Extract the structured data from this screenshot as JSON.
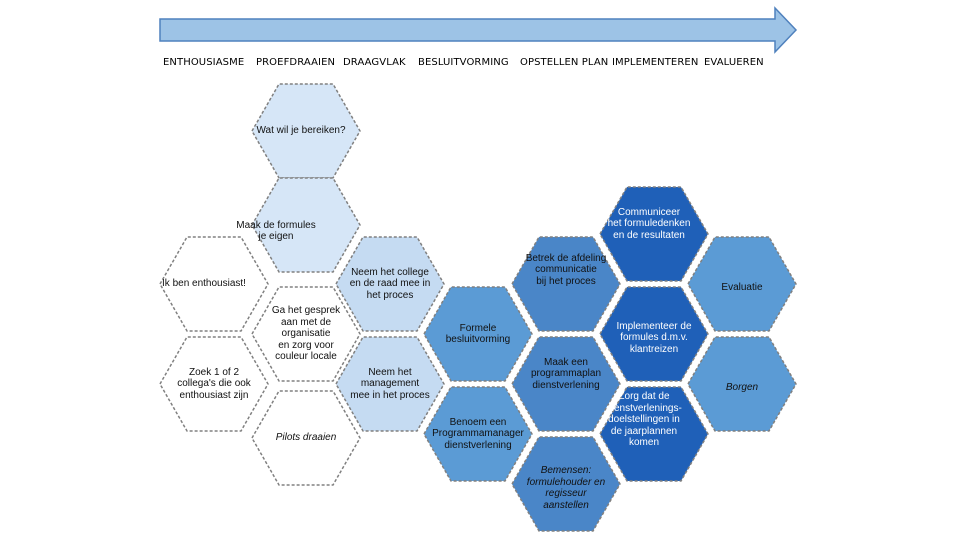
{
  "colors": {
    "arrow_fill": "#9dc3e6",
    "arrow_stroke": "#4f81bd",
    "hex_white": "#ffffff",
    "hex_pale": "#d6e6f7",
    "hex_light": "#c5dbf2",
    "hex_medium": "#5b9bd5",
    "hex_mid": "#4a86c8",
    "hex_dark": "#1f60b8",
    "hex_border": "#808080"
  },
  "phases": [
    "ENTHOUSIASME",
    "PROEFDRAAIEN",
    "DRAAGVLAK",
    "BESLUITVORMING",
    "OPSTELLEN PLAN",
    "IMPLEMENTEREN",
    "EVALUEREN"
  ],
  "hexagons": [
    {
      "name": "hex-wat-wil-je-bereiken",
      "text": "Wat wil je bereiken?",
      "color": "hex_pale",
      "italic": false,
      "light": false
    },
    {
      "name": "hex-maak-de-formules-je-eigen",
      "text": "Maak de formules\nje eigen",
      "color": "hex_pale",
      "italic": false,
      "light": false
    },
    {
      "name": "hex-ik-ben-enthousiast",
      "text": "Ik ben enthousiast!",
      "color": "hex_white",
      "italic": false,
      "light": false
    },
    {
      "name": "hex-neem-het-college",
      "text": "Neem het college\nen de raad mee in\nhet proces",
      "color": "hex_light",
      "italic": false,
      "light": false
    },
    {
      "name": "hex-ga-het-gesprek-aan",
      "text": "Ga het gesprek\naan met de\norganisatie\nen zorg voor\ncouleur locale",
      "color": "hex_white",
      "italic": false,
      "light": false
    },
    {
      "name": "hex-zoek-collegas",
      "text": "Zoek 1 of 2\ncollega's die ook\nenthousiast zijn",
      "color": "hex_white",
      "italic": false,
      "light": false
    },
    {
      "name": "hex-neem-het-management",
      "text": "Neem het\nmanagement\nmee in het proces",
      "color": "hex_light",
      "italic": false,
      "light": false
    },
    {
      "name": "hex-pilots-draaien",
      "text": "Pilots draaien",
      "color": "hex_white",
      "italic": true,
      "light": false
    },
    {
      "name": "hex-formele-besluitvorming",
      "text": "Formele\nbesluitvorming",
      "color": "hex_medium",
      "italic": false,
      "light": false
    },
    {
      "name": "hex-benoem-programmamanager",
      "text": "Benoem een\nProgrammamanager\ndienstverlening",
      "color": "hex_medium",
      "italic": false,
      "light": false
    },
    {
      "name": "hex-betrek-de-afdeling",
      "text": "Betrek de afdeling\ncommunicatie\nbij het proces",
      "color": "hex_mid",
      "italic": false,
      "light": false
    },
    {
      "name": "hex-maak-een-programmaplan",
      "text": "Maak een\nprogrammaplan\ndienstverlening",
      "color": "hex_mid",
      "italic": false,
      "light": false
    },
    {
      "name": "hex-bemensen",
      "text": "Bemensen:\nformulehouder en\nregisseur\naanstellen",
      "color": "hex_mid",
      "italic": true,
      "light": false
    },
    {
      "name": "hex-communiceer",
      "text": "Communiceer\nhet formuledenken\nen de resultaten",
      "color": "hex_dark",
      "italic": false,
      "light": true
    },
    {
      "name": "hex-implementeer",
      "text": "Implementeer de\nformules d.m.v.\nklantreizen",
      "color": "hex_dark",
      "italic": false,
      "light": true
    },
    {
      "name": "hex-zorg-dat",
      "text": "Zorg dat de\ndienstverlenings-\ndoelstellingen in\nde jaarplannen\nkomen",
      "color": "hex_dark",
      "italic": false,
      "light": true
    },
    {
      "name": "hex-evaluatie",
      "text": "Evaluatie",
      "color": "hex_medium",
      "italic": false,
      "light": false
    },
    {
      "name": "hex-borgen",
      "text": "Borgen",
      "color": "hex_medium",
      "italic": true,
      "light": false
    }
  ]
}
